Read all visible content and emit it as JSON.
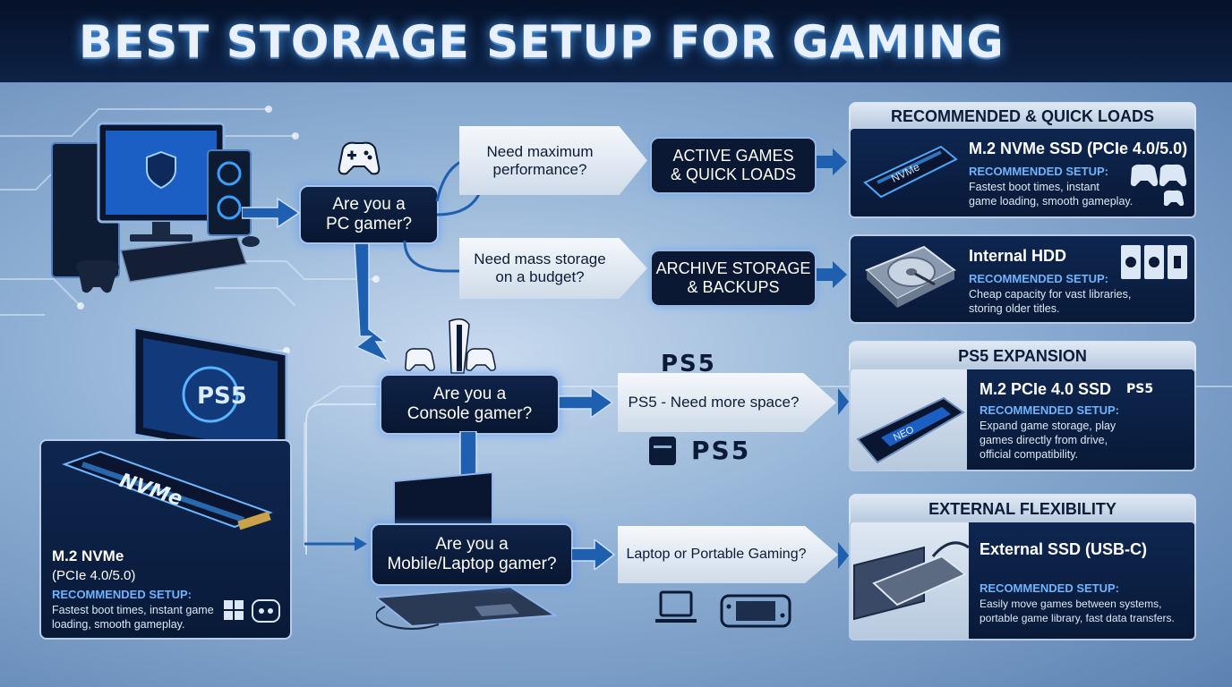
{
  "title": "BEST STORAGE SETUP FOR GAMING",
  "questions": {
    "pc": [
      "Are you a",
      "PC gamer?"
    ],
    "console": [
      "Are you a",
      "Console gamer?"
    ],
    "mobile": [
      "Are you a",
      "Mobile/Laptop gamer?"
    ]
  },
  "branches": {
    "max_perf": [
      "Need maximum",
      "performance?"
    ],
    "mass_storage": [
      "Need mass storage",
      "on a budget?"
    ],
    "ps5_space": "PS5 - Need more space?",
    "laptop": "Laptop or Portable Gaming?"
  },
  "targets": {
    "active": [
      "ACTIVE GAMES",
      "& QUICK LOADS"
    ],
    "archive": [
      "ARCHIVE STORAGE",
      "& BACKUPS"
    ]
  },
  "cards": {
    "quick": {
      "header": "RECOMMENDED & QUICK LOADS",
      "title": "M.2 NVMe SSD (PCIe 4.0/5.0)",
      "rec": "RECOMMENDED SETUP:",
      "desc": [
        "Fastest boot times, instant",
        "game loading, smooth gameplay."
      ],
      "drive_label": "NVMe"
    },
    "hdd": {
      "title": "Internal HDD",
      "rec": "RECOMMENDED SETUP:",
      "desc": [
        "Cheap capacity for vast libraries,",
        "storing older titles."
      ]
    },
    "ps5": {
      "header": "PS5 EXPANSION",
      "title": "M.2 PCIe 4.0 SSD",
      "logo": "PS5",
      "rec": "RECOMMENDED SETUP:",
      "desc": [
        "Expand game storage, play",
        "games directly from drive,",
        "official compatibility."
      ],
      "drive_label": "NEO"
    },
    "external": {
      "header": "EXTERNAL FLEXIBILITY",
      "title": "External SSD (USB-C)",
      "rec": "RECOMMENDED SETUP:",
      "desc": [
        "Easily move games between systems,",
        "portable game library, fast data transfers."
      ]
    },
    "nvme_left": {
      "drive_label": "NVMe",
      "title": [
        "M.2 NVMe",
        "(PCIe 4.0/5.0)"
      ],
      "rec": "RECOMMENDED SETUP:",
      "desc": [
        "Fastest boot times, instant game",
        "loading, smooth gameplay."
      ]
    }
  },
  "logos": {
    "ps5_top": "PS5",
    "ps5_bottom": "PS5"
  },
  "colors": {
    "accent_blue": "#6fb3ff",
    "arrow_blue": "#1f5fb0",
    "dark_navy": "#0a1833"
  }
}
